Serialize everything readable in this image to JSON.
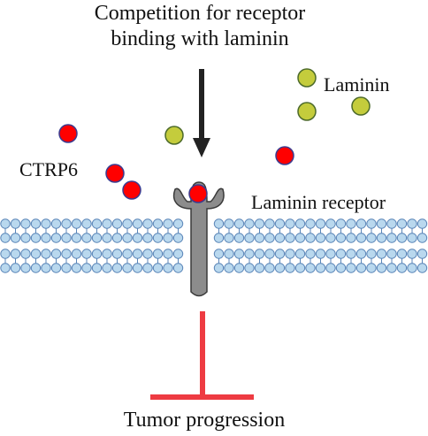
{
  "labels": {
    "title_line1": "Competition for receptor",
    "title_line2": "binding with laminin",
    "laminin": "Laminin",
    "ctrp6": "CTRP6",
    "receptor": "Laminin receptor",
    "outcome": "Tumor progression"
  },
  "colors": {
    "ctrp6": "#ff0000",
    "ctrp6_stroke": "#3b3b8f",
    "laminin": "#c4cc3c",
    "laminin_stroke": "#4c6a2a",
    "lipid_head": "#b9d8ee",
    "lipid_head_stroke": "#5b86b8",
    "receptor": "#8c8c8c",
    "inhibition": "#ee3b42",
    "arrow": "#222222"
  }
}
